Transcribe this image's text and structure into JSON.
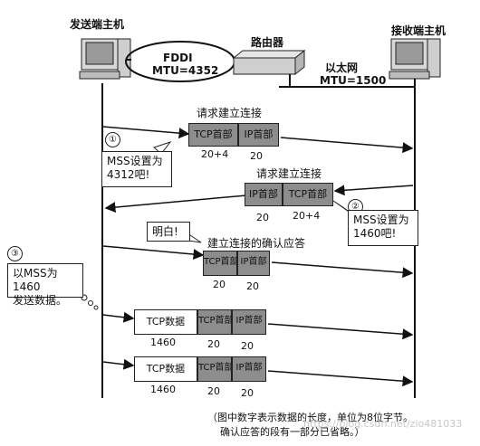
{
  "hosts": {
    "sender": "发送端主机",
    "receiver": "接收端主机",
    "router": "路由器"
  },
  "networks": {
    "fddi_name": "FDDI",
    "fddi_mtu": "MTU=4352",
    "ethernet_name": "以太网",
    "ethernet_mtu": "MTU=1500"
  },
  "steps": {
    "one": "①",
    "two": "②",
    "three": "③"
  },
  "messages": {
    "syn_label": "请求建立连接",
    "synack_label": "请求建立连接",
    "ack_label": "建立连接的确认应答"
  },
  "bubbles": {
    "b1_line1": "MSS设置为",
    "b1_line2": "4312吧!",
    "b2_line1": "MSS设置为",
    "b2_line2": "1460吧!",
    "b3": "明白!",
    "b4_line1": "以MSS为1460",
    "b4_line2": "发送数据。"
  },
  "headers": {
    "tcp": "TCP首部",
    "ip": "IP首部",
    "data": "TCP数据"
  },
  "sizes": {
    "s1_tcp": "20+4",
    "s1_ip": "20",
    "s2_ip": "20",
    "s2_tcp": "20+4",
    "s3_tcp": "20",
    "s3_ip": "20",
    "d1_data": "1460",
    "d1_tcp": "20",
    "d1_ip": "20",
    "d2_data": "1460",
    "d2_tcp": "20",
    "d2_ip": "20"
  },
  "footnote": {
    "line1": "（图中数字表示数据的长度，单位为8位字节。",
    "line2": "确认应答的段有一部分已省略。）"
  },
  "watermark": "https://blog.csdn.net/zio481033"
}
